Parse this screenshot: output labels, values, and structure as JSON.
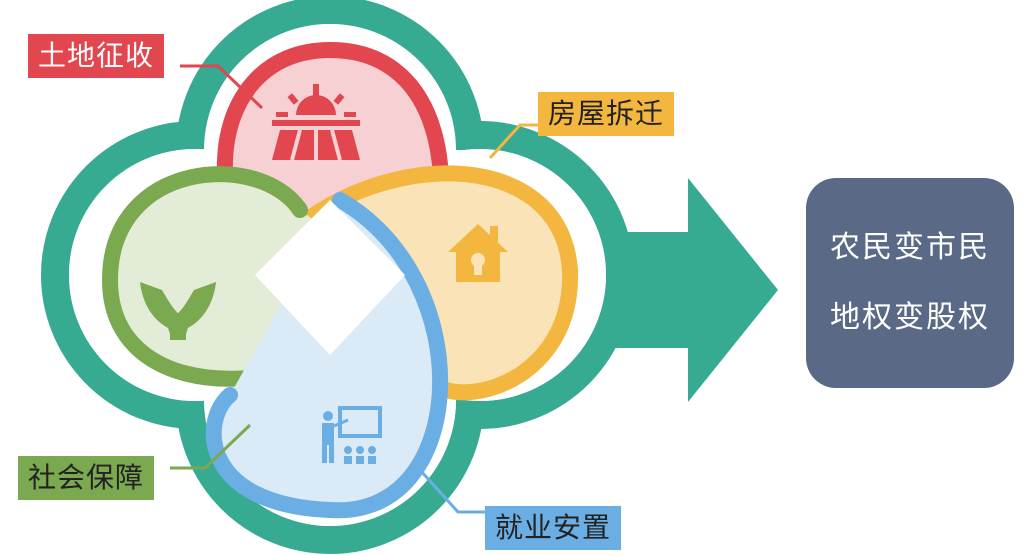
{
  "labels": {
    "land": "土地征收",
    "house": "房屋拆迁",
    "social": "社会保障",
    "job": "就业安置"
  },
  "result": {
    "line1": "农民变市民",
    "line2": "地权变股权"
  },
  "colors": {
    "teal": "#37aa92",
    "red": "#e2464e",
    "yellow": "#f3b63f",
    "green": "#7aa94f",
    "blue": "#6aaee3",
    "slate": "#5a6a86"
  },
  "icons": [
    "sunrise-field-icon",
    "house-icon",
    "open-hands-icon",
    "presentation-audience-icon",
    "right-arrow-icon"
  ]
}
